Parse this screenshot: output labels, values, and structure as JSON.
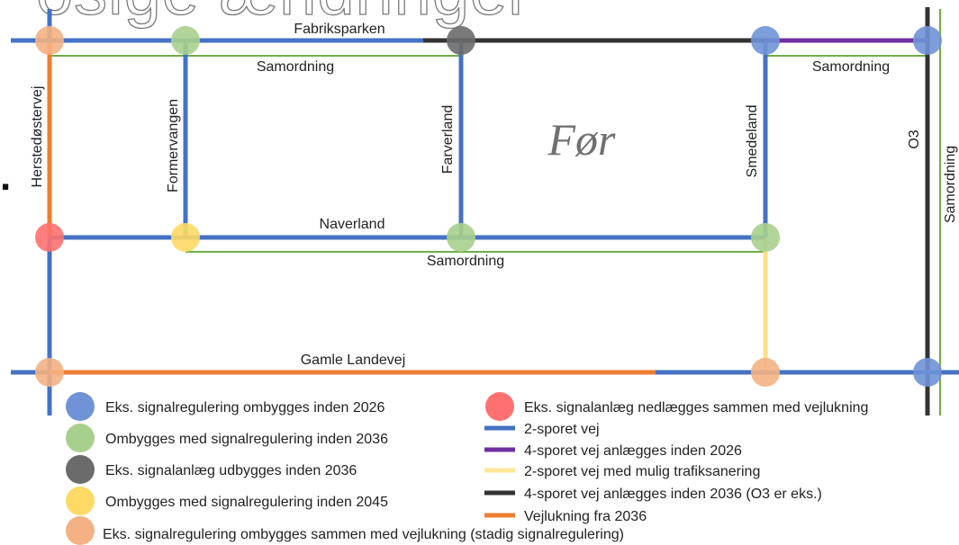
{
  "title_fragment": "osige ændringer",
  "map": {
    "stage_label": "Før",
    "roads": {
      "fabriksparken": "Fabriksparken",
      "naverland": "Naverland",
      "gamle_landevej": "Gamle Landevej",
      "herstedostervej": "Herstedøstervej",
      "formervangen": "Formervangen",
      "farverland": "Farverland",
      "smedeland": "Smedeland",
      "o3": "O3"
    },
    "coordination_labels": {
      "top_left": "Samordning",
      "top_right": "Samordning",
      "middle": "Samordning",
      "right_vertical": "Samordning"
    }
  },
  "legend": {
    "intersections": [
      {
        "label": "Eks. signalregulering ombygges inden 2026",
        "color": "#6f93d6"
      },
      {
        "label": "Ombygges med signalregulering inden 2036",
        "color": "#a8d08d"
      },
      {
        "label": "Eks. signalanlæg udbygges inden 2036",
        "color": "#6b6b6b"
      },
      {
        "label": "Ombygges med signalregulering inden 2045",
        "color": "#ffd966"
      },
      {
        "label": "Eks. signalregulering ombygges sammen med vejlukning (stadig signalregulering)",
        "color": "#f4b183"
      },
      {
        "label": "Eks. signalanlæg nedlægges sammen med vejlukning",
        "color": "#ff7171"
      }
    ],
    "roads": [
      {
        "label": "2-sporet vej",
        "color": "#4472c4"
      },
      {
        "label": "4-sporet vej anlægges inden 2026",
        "color": "#7030a0"
      },
      {
        "label": "2-sporet vej med mulig trafiksanering",
        "color": "#ffe699"
      },
      {
        "label": "4-sporet vej anlægges inden 2036 (O3 er eks.)",
        "color": "#333333"
      },
      {
        "label": "Vejlukning fra 2036",
        "color": "#ed7d31"
      }
    ]
  },
  "colors": {
    "road_blue": "#4472c4",
    "road_purple": "#7030a0",
    "road_yellow": "#ffe082",
    "road_black": "#333333",
    "road_orange": "#ed7d31",
    "coordination_green": "#70ad47"
  }
}
